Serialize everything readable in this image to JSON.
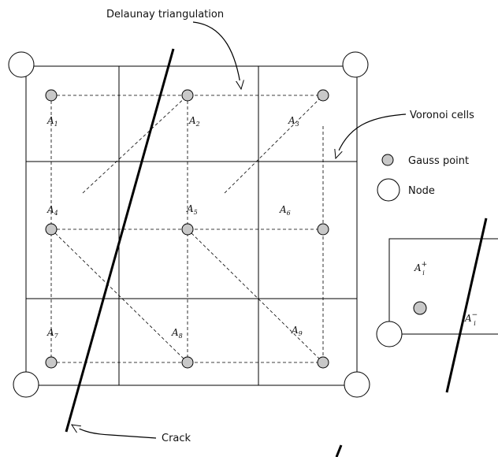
{
  "labels": {
    "delaunay": "Delaunay triangulation",
    "voronoi": "Voronoi cells",
    "crack": "Crack"
  },
  "legend": {
    "gauss_point": "Gauss point",
    "node": "Node"
  },
  "areas": [
    "A",
    "A",
    "A",
    "A",
    "A",
    "A",
    "A",
    "A",
    "A"
  ],
  "area_subscripts": [
    "1",
    "2",
    "3",
    "4",
    "5",
    "6",
    "7",
    "8",
    "9"
  ],
  "inset": {
    "area_plus": "A",
    "plus_sub": "i",
    "plus_sup": "+",
    "area_minus": "A",
    "minus_sub": "i",
    "minus_sup": "−"
  },
  "colors": {
    "gauss_fill": "#c8c8c8",
    "node_fill": "#ffffff",
    "line": "#000000"
  }
}
